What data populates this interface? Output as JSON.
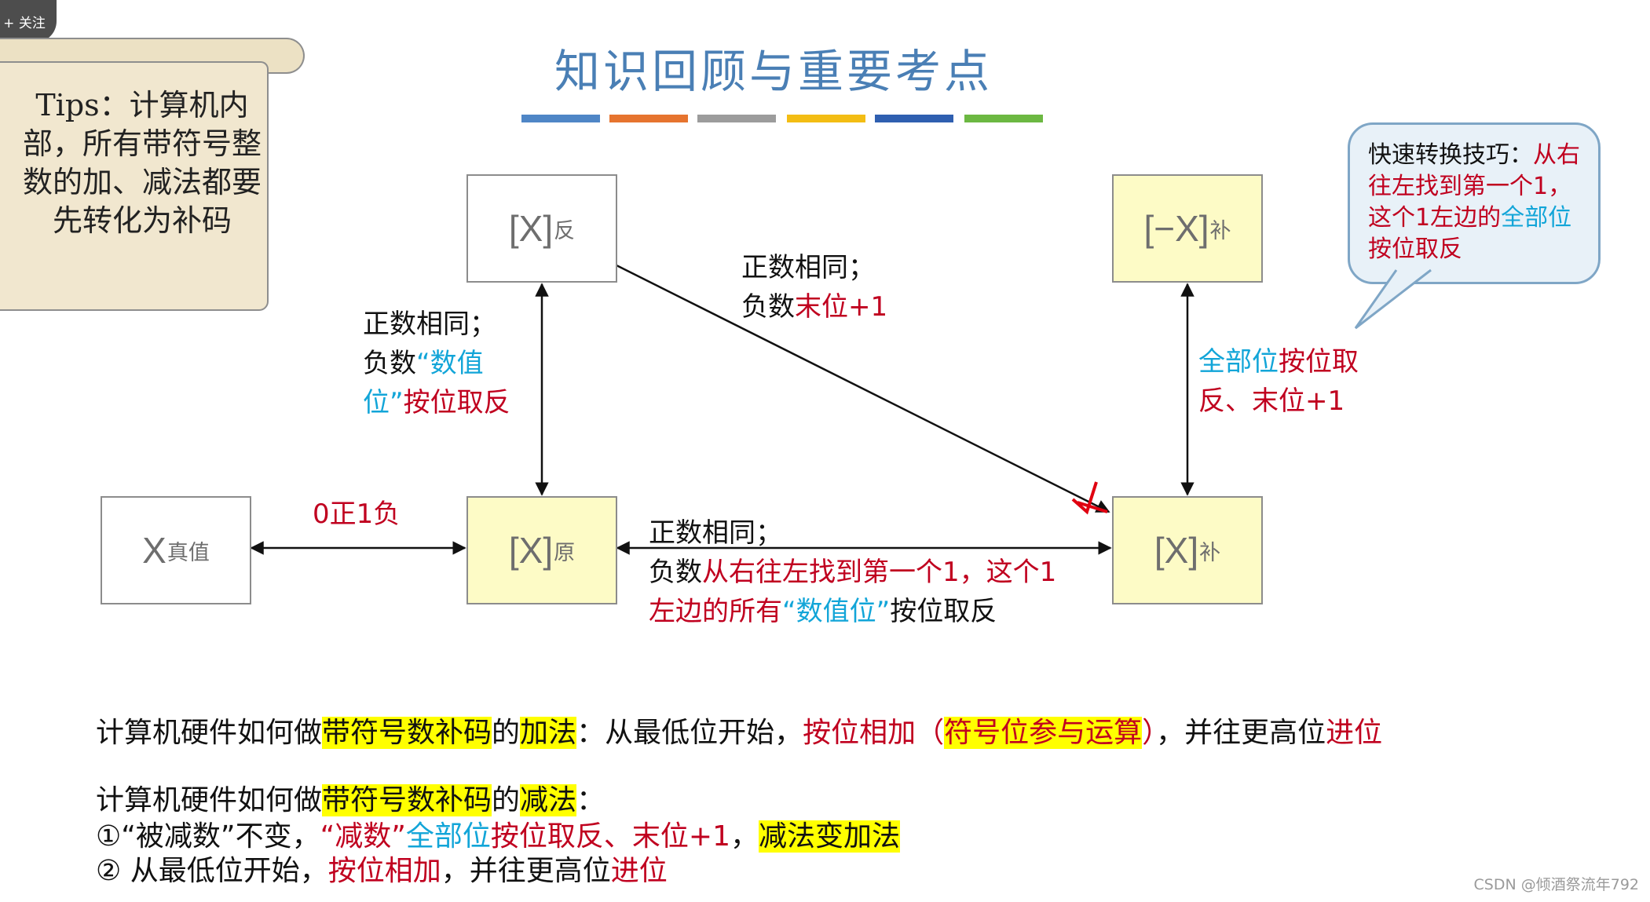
{
  "overlay": {
    "follow_label": "+ 关注",
    "watermark": "CSDN @倾酒祭流年792"
  },
  "header": {
    "title": "知识回顾与重要考点",
    "stripe_colors": [
      "#4f86c6",
      "#e6742f",
      "#9c9c9c",
      "#f3bd14",
      "#2f5fb0",
      "#6cb842"
    ]
  },
  "tips": {
    "text": "Tips：计算机内部，所有带符号整数的加、减法都要先转化为补码"
  },
  "callout": {
    "prefix": "快速转换技巧：",
    "red1": "从右往左找到第一个1，这个1左边的",
    "blue": "全部位",
    "red2": "按位取反"
  },
  "boxes": {
    "true_value": {
      "main": "X",
      "sub": "真值"
    },
    "sign_mag": {
      "main": "[X]",
      "sub": "原"
    },
    "ones": {
      "main": "[X]",
      "sub": "反"
    },
    "twos": {
      "main": "[X]",
      "sub": "补"
    },
    "neg_twos": {
      "main": "[−X]",
      "sub": "补"
    }
  },
  "labels": {
    "true_to_orig": "0正1负",
    "orig_to_ones": {
      "line1": "正数相同；",
      "line2a": "负数",
      "q1": "“",
      "blue1": "数值",
      "blue2": "位",
      "q2": "”",
      "red": "按位取反"
    },
    "ones_to_twos": {
      "line1": "正数相同；",
      "line2a": "负数",
      "red": "末位+1"
    },
    "orig_to_twos": {
      "line1": "正数相同；",
      "line2a": "负数",
      "red1": "从右往左找到第一个1，这个1",
      "red2": "左边的所有",
      "q1": "“",
      "blue": "数值位",
      "q2": "”",
      "red3": "按位取反"
    },
    "twos_to_neg": {
      "blue": "全部位",
      "red1": "按位取",
      "red2": "反、末位+1"
    }
  },
  "notes": {
    "add": {
      "p1": "计算机硬件如何做",
      "hl1": "带符号数补码",
      "p2": "的",
      "hl2": "加法",
      "p3": "：从最低位开始，",
      "red1": "按位相加（",
      "hl3": "符号位参与运算",
      "red2": "）",
      "p4": "，并往更高位",
      "red3": "进位"
    },
    "sub_title": {
      "p1": "计算机硬件如何做",
      "hl1": "带符号数补码",
      "p2": "的",
      "hl2": "减法",
      "p3": "："
    },
    "sub_step1": {
      "p1": "①“被减数”不变，",
      "red1": "“减数”",
      "blue": "全部位",
      "red2": "按位取反、末位+1",
      "p2": "，",
      "hl": "减法变加法"
    },
    "sub_step2": {
      "p1": "② 从最低位开始，",
      "red1": "按位相加",
      "p2": "，并往更高位",
      "red2": "进位"
    }
  }
}
